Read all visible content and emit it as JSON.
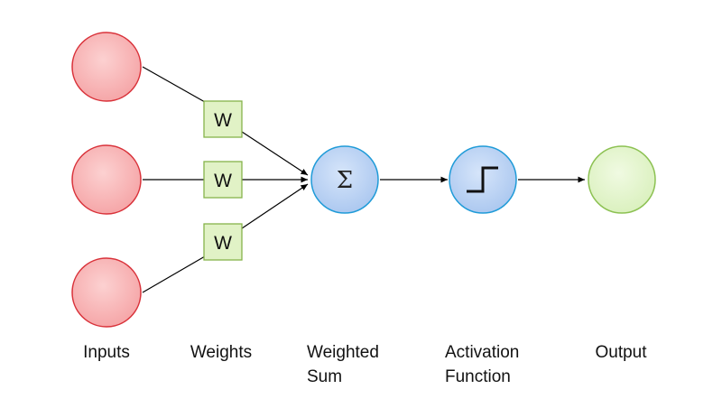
{
  "diagram": {
    "weight_symbol": "W",
    "sum_symbol": "Σ",
    "labels": {
      "inputs": "Inputs",
      "weights": "Weights",
      "weighted_sum_line1": "Weighted",
      "weighted_sum_line2": "Sum",
      "activation_line1": "Activation",
      "activation_line2": "Function",
      "output": "Output"
    },
    "colors": {
      "input_fill": "#f8b6b6",
      "input_stroke": "#d9323a",
      "weight_fill": "#e1f2c6",
      "weight_stroke": "#86b34a",
      "node_fill": "#bcd3f4",
      "node_stroke": "#1f9bd8",
      "output_fill": "#e6f6cf",
      "output_stroke": "#8cc152",
      "line": "#000000"
    }
  }
}
